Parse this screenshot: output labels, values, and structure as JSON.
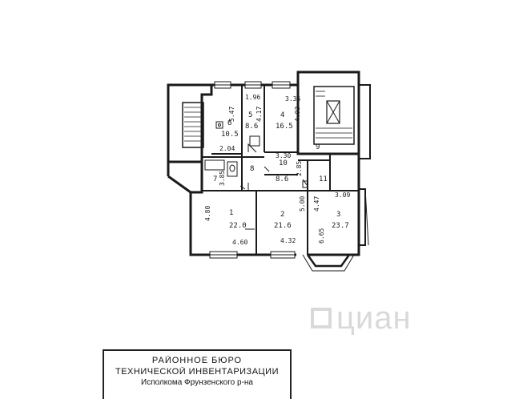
{
  "rooms": [
    {
      "id": "1",
      "area": "22.0"
    },
    {
      "id": "2",
      "area": "21.6"
    },
    {
      "id": "3",
      "area": "23.7"
    },
    {
      "id": "4",
      "area": "16.5"
    },
    {
      "id": "5",
      "area": "8.6"
    },
    {
      "id": "6",
      "area": "10.5"
    },
    {
      "id": "7",
      "area": ""
    },
    {
      "id": "8",
      "area": ""
    },
    {
      "id": "9",
      "area": ""
    },
    {
      "id": "10",
      "area": "8.6"
    },
    {
      "id": "11",
      "area": ""
    }
  ],
  "dimensions": [
    "1.96",
    "3.35",
    "5.47",
    "4.17",
    "4.93",
    "2.04",
    "3.30",
    "2.85",
    "4.80",
    "5.00",
    "4.47",
    "3.09",
    "4.60",
    "4.32",
    "6.65",
    "3.85"
  ],
  "watermark": "циан",
  "stamp": {
    "line1": "РАЙОННОЕ БЮРО",
    "line2": "ТЕХНИЧЕСКОЙ ИНВЕНТАРИЗАЦИИ",
    "line3": "Исполкома Фрунзенского р-на"
  }
}
